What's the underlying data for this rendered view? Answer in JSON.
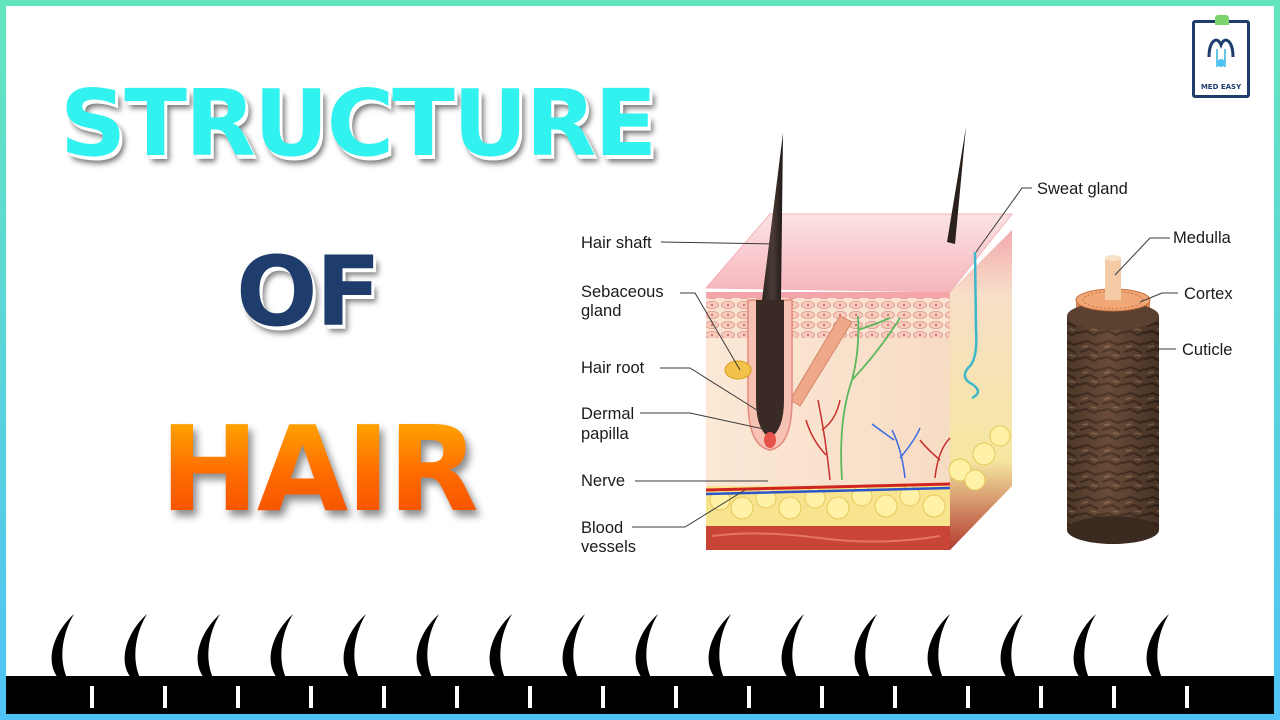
{
  "title": {
    "line1": "STRUCTURE",
    "line2": "OF",
    "line3": "HAIR"
  },
  "logo": {
    "text": "MED EASY",
    "icon": "clipboard-stethoscope-icon"
  },
  "labels": {
    "hair_shaft": "Hair shaft",
    "sebaceous_1": "Sebaceous",
    "sebaceous_2": "gland",
    "hair_root": "Hair root",
    "dermal_1": "Dermal",
    "dermal_2": "papilla",
    "nerve": "Nerve",
    "blood_1": "Blood",
    "blood_2": "vessels",
    "sweat_gland": "Sweat gland",
    "medulla": "Medulla",
    "cortex": "Cortex",
    "cuticle": "Cuticle"
  },
  "colors": {
    "structure": "#31f2ee",
    "of": "#1e3d6c",
    "hair": "#ff6a00",
    "border_top": "#63e6be",
    "border_bottom": "#4fc3f7"
  }
}
